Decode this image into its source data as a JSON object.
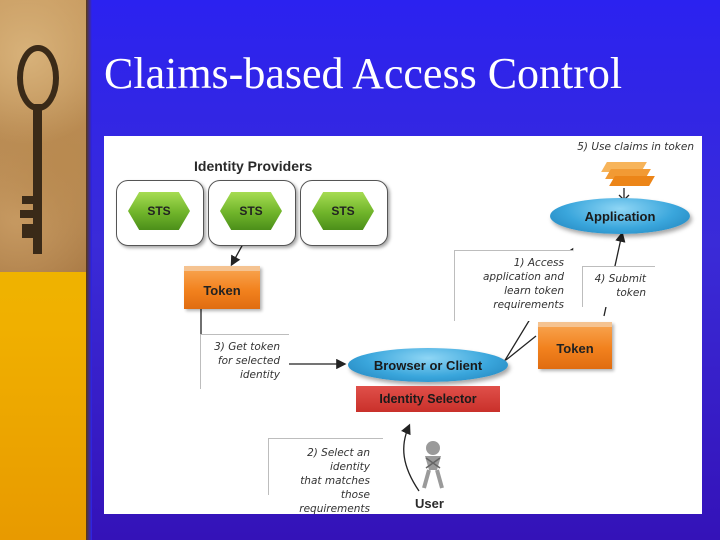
{
  "slide": {
    "title": "Claims-based Access Control"
  },
  "diagram": {
    "identity_providers_label": "Identity Providers",
    "sts_nodes": [
      "STS",
      "STS",
      "STS"
    ],
    "top_token_label": "Token",
    "right_token_label": "Token",
    "application_label": "Application",
    "browser_label": "Browser or Client",
    "identity_selector_label": "Identity Selector",
    "user_label": "User",
    "steps": {
      "step1": [
        "1) Access",
        "application and",
        "learn token",
        "requirements"
      ],
      "step2": [
        "2) Select an identity",
        "that matches those",
        "requirements"
      ],
      "step3": [
        "3) Get token",
        "for selected",
        "identity"
      ],
      "step4": [
        "4) Submit",
        "token"
      ],
      "step5": "5) Use claims in token"
    }
  },
  "colors": {
    "slide_background": "#2b22f0",
    "left_strip": "#f0b000",
    "sts_green": "#6fb42a",
    "token_orange": "#f2821e",
    "ellipse_blue": "#3aa6dc",
    "selector_red": "#d03a34"
  }
}
